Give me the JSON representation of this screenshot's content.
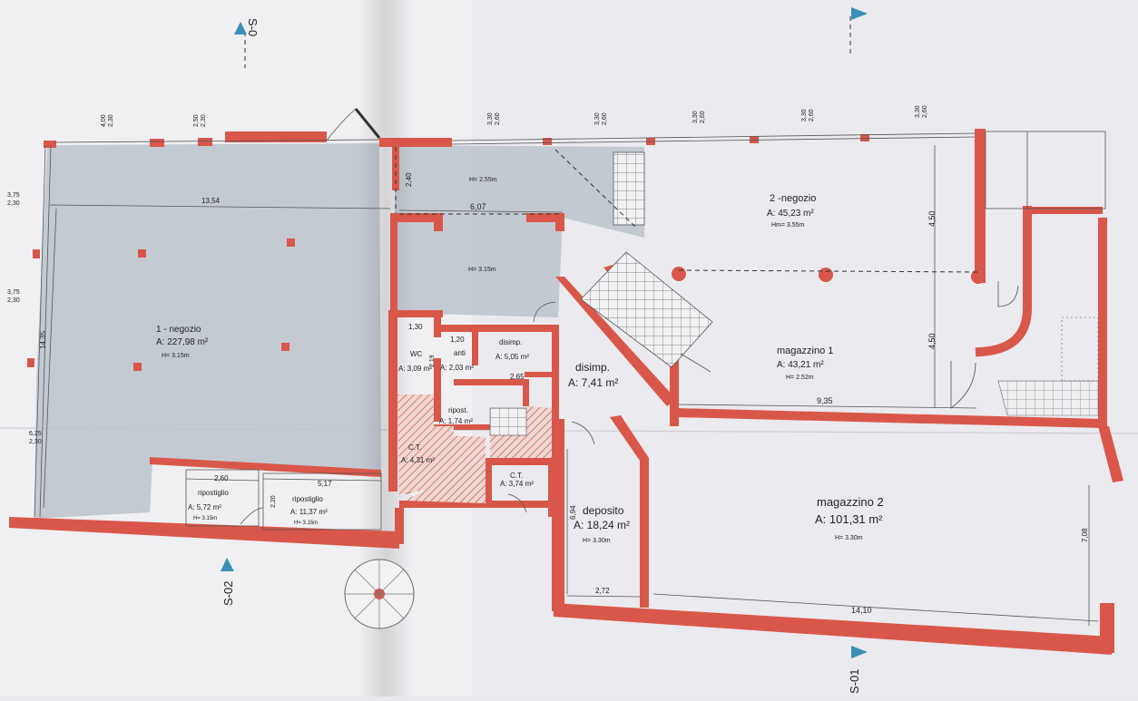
{
  "sections": {
    "top_left": "S-0",
    "bottom_left": "S-02",
    "bottom_right": "S-01"
  },
  "colors": {
    "wall": "#d9574a",
    "paper": "#e9e8ec",
    "shade": "#bcc3cb",
    "hatch": "#c9584c"
  },
  "rooms": {
    "negozio1": {
      "name": "1 - negozio",
      "area": "A: 227,98 m²",
      "height": "H= 3.15m"
    },
    "negozio2": {
      "name": "2 -negozio",
      "area": "A: 45,23 m²",
      "height": "Hm= 3.55m"
    },
    "magazzino1": {
      "name": "magazzino 1",
      "area": "A: 43,21 m²",
      "height": "H= 2.52m"
    },
    "magazzino2": {
      "name": "magazzino 2",
      "area": "A: 101,31 m²",
      "height": "H= 3.30m"
    },
    "deposito": {
      "name": "deposito",
      "area": "A: 18,24 m²",
      "height": "H= 3.30m"
    },
    "disimp_big": {
      "name": "disimp.",
      "area": "A: 7,41 m²"
    },
    "disimp_small": {
      "name": "disimp.",
      "area": "A: 5,05 m²"
    },
    "wc": {
      "name": "WC",
      "area": "A: 3,09 m²"
    },
    "anti": {
      "name": "anti",
      "area": "A: 2,03 m²"
    },
    "ripost": {
      "name": "ripost.",
      "area": "A: 1,74 m²"
    },
    "ct1": {
      "name": "C.T.",
      "area": "A: 4,31 m²"
    },
    "ct2": {
      "name": "C.T.",
      "area": "A: 3,74 m²"
    },
    "ripostiglio1": {
      "name": "ripostiglio",
      "area": "A: 5,72 m²",
      "height": "H= 3.15m"
    },
    "ripostiglio2": {
      "name": "ripostiglio",
      "area": "A: 11,37 m²",
      "height": "H= 3.15m"
    },
    "hall_top": {
      "height": "H= 2.55m"
    },
    "hall_mid": {
      "height": "H= 3.15m"
    }
  },
  "dims": {
    "d1354": "13,54",
    "d607": "6,07",
    "d240": "2,40",
    "d1435": "14,35",
    "d450a": "4,50",
    "d450b": "4,50",
    "d935": "9,35",
    "d1410": "14,10",
    "d272": "2,72",
    "d694": "6,94",
    "d708": "7,08",
    "d517": "5,17",
    "d260": "2,60",
    "d220": "2,20",
    "d130": "1,30",
    "d120": "1,20",
    "d219": "2,19",
    "d265": "2,65"
  },
  "openings": {
    "w1": {
      "top": "4,00",
      "bot": "2,30"
    },
    "w2": {
      "top": "2,50",
      "bot": "2,30"
    },
    "w3": {
      "top": "3,30",
      "bot": "2,60"
    },
    "w4": {
      "top": "3,30",
      "bot": "2,60"
    },
    "w5": {
      "top": "3,30",
      "bot": "2,60"
    },
    "w6": {
      "top": "3,30",
      "bot": "2,60"
    },
    "w7": {
      "top": "3,30",
      "bot": "2,60"
    },
    "l1": {
      "top": "3,75",
      "bot": "2,30"
    },
    "l2": {
      "top": "3,75",
      "bot": "2,30"
    },
    "l3": {
      "top": "6,25",
      "bot": "2,30"
    }
  }
}
